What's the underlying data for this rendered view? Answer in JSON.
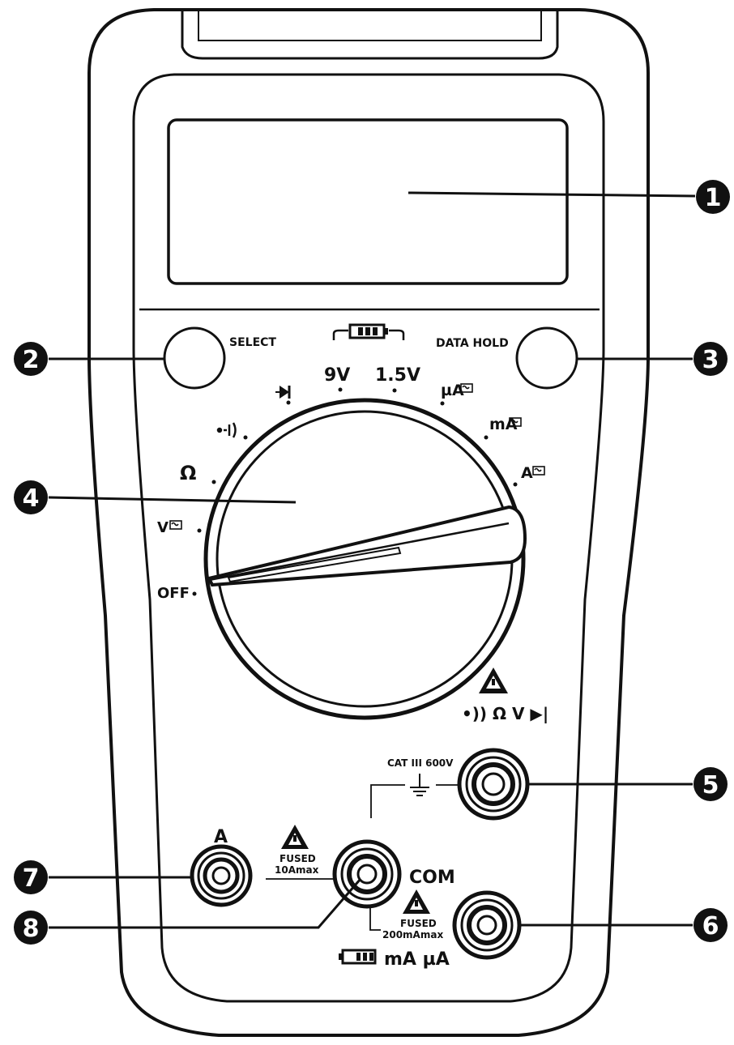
{
  "buttons": {
    "select": "SELECT",
    "data_hold": "DATA HOLD"
  },
  "dial_positions": {
    "off": "OFF",
    "vac_dc": "V",
    "ohm": "Ω",
    "continuity": "•)))",
    "diode": "▶|",
    "battery_9v": "9V",
    "battery_15v": "1.5V",
    "micro_amp": "µA",
    "milli_amp": "mA",
    "amp": "A"
  },
  "terminals": {
    "a_label": "A",
    "a_fuse": "FUSED",
    "a_fuse_rating": "10Amax",
    "com_label": "COM",
    "v_symbols": "•)) Ω V ▶|",
    "v_category": "CAT III 600V",
    "ma_fuse": "FUSED",
    "ma_fuse_rating": "200mAmax",
    "ma_label": "mA µA"
  },
  "callouts": [
    "1",
    "2",
    "3",
    "4",
    "5",
    "6",
    "7",
    "8"
  ],
  "icons": [
    "battery-icon",
    "warning-triangle-icon",
    "ground-icon",
    "ac-dc-icon",
    "diode-icon",
    "continuity-icon"
  ],
  "colors": {
    "outline": "#111111",
    "housing": "#ffffff",
    "callout_fill": "#111111"
  }
}
